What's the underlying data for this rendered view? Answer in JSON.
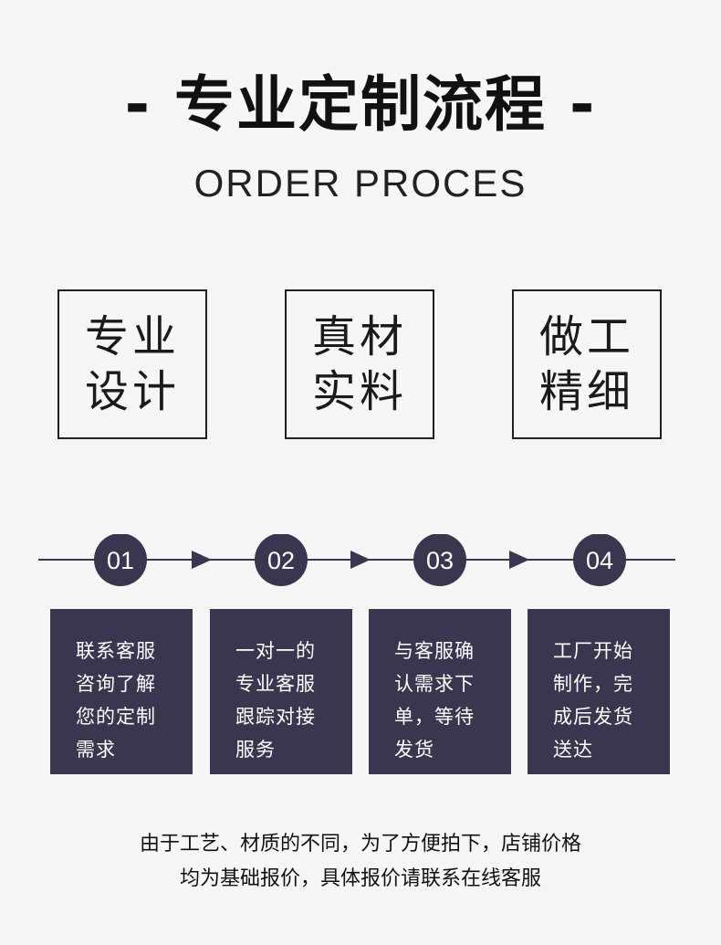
{
  "header": {
    "title": "- 专业定制流程 -",
    "subtitle": "ORDER PROCES"
  },
  "features": [
    {
      "line1": "专业",
      "line2": "设计"
    },
    {
      "line1": "真材",
      "line2": "实料"
    },
    {
      "line1": "做工",
      "line2": "精细"
    }
  ],
  "colors": {
    "accent": "#3a364f",
    "background": "#f7f6f6"
  },
  "steps": [
    {
      "number": "01",
      "lines": [
        "联系客服",
        "咨询了解",
        "您的定制",
        "需求"
      ]
    },
    {
      "number": "02",
      "lines": [
        "一对一的",
        "专业客服",
        "跟踪对接",
        "服务"
      ]
    },
    {
      "number": "03",
      "lines": [
        "与客服确",
        "认需求下",
        "单，等待",
        "发货"
      ]
    },
    {
      "number": "04",
      "lines": [
        "工厂开始",
        "制作，完",
        "成后发货",
        "送达"
      ]
    }
  ],
  "footer": {
    "line1": "由于工艺、材质的不同，为了方便拍下，店铺价格",
    "line2": "均为基础报价，具体报价请联系在线客服"
  }
}
